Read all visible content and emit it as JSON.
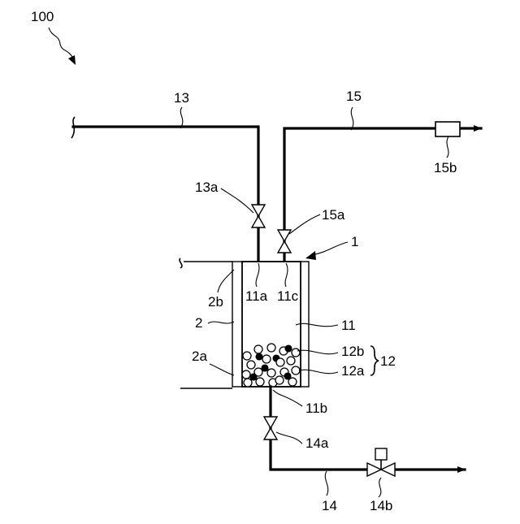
{
  "figure": {
    "reference_numeral": "100",
    "labels": {
      "pipe_13": "13",
      "pipe_15": "15",
      "pipe_14": "14",
      "valve_13a": "13a",
      "valve_15a": "15a",
      "valve_14a": "14a",
      "valve_14b": "14b",
      "device_15b": "15b",
      "device_1": "1",
      "jacket_2": "2",
      "jacket_inlet_2a": "2a",
      "jacket_outlet_2b": "2b",
      "vessel_11": "11",
      "port_11a": "11a",
      "port_11b": "11b",
      "port_11c": "11c",
      "packing_12": "12",
      "particle_12a": "12a",
      "particle_12b": "12b"
    }
  },
  "colors": {
    "line": "#000000",
    "background": "#ffffff"
  }
}
